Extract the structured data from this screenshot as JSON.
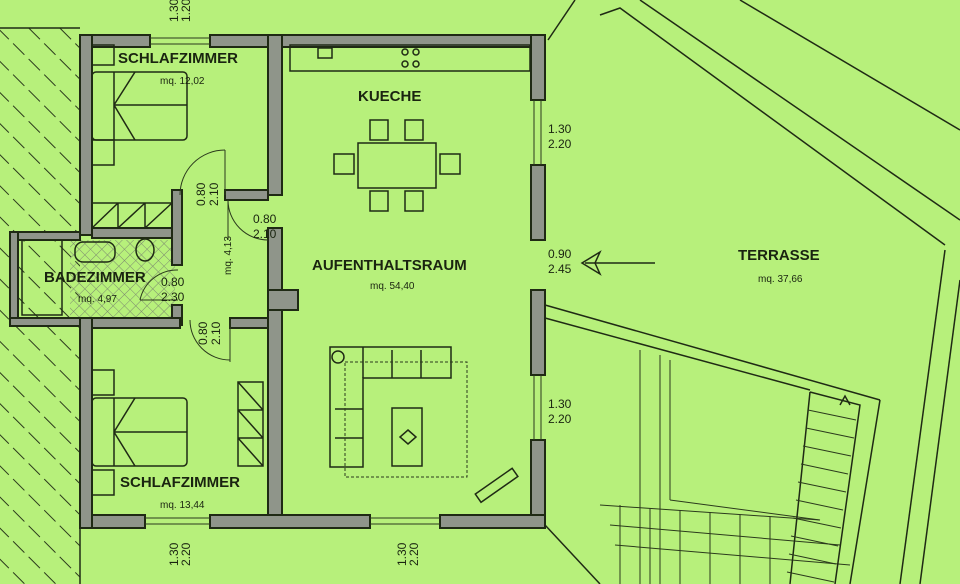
{
  "colors": {
    "background": "#b7f07b",
    "wall": "#8f958a",
    "line": "#1f2a14"
  },
  "rooms": {
    "bedroom_top": {
      "name": "SCHLAFZIMMER",
      "area": "mq. 12,02"
    },
    "bathroom": {
      "name": "BADEZIMMER",
      "area": "mq. 4,97"
    },
    "bedroom_bottom": {
      "name": "SCHLAFZIMMER",
      "area": "mq. 13,44"
    },
    "kitchen": {
      "name": "KUECHE"
    },
    "living": {
      "name": "AUFENTHALTSRAUM",
      "area": "mq. 54,40"
    },
    "terrace": {
      "name": "TERRASSE",
      "area": "mq. 37,66"
    },
    "hall": {
      "area": "mq. 4,13"
    }
  },
  "dimensions": {
    "top_window": [
      "1.30",
      "1.20"
    ],
    "door_bedroom_top": [
      "0.80",
      "2.10"
    ],
    "door_living": [
      "0.80",
      "2.10"
    ],
    "door_bath": [
      "0.80",
      "2.30"
    ],
    "door_bedroom_bottom": [
      "0.80",
      "2.10"
    ],
    "right_window_1": [
      "1.30",
      "2.20"
    ],
    "right_door": [
      "0.90",
      "2.45"
    ],
    "right_window_2": [
      "1.30",
      "2.20"
    ],
    "bottom_window_1": [
      "1.30",
      "2.20"
    ],
    "bottom_window_2": [
      "1.30",
      "2.20"
    ]
  }
}
